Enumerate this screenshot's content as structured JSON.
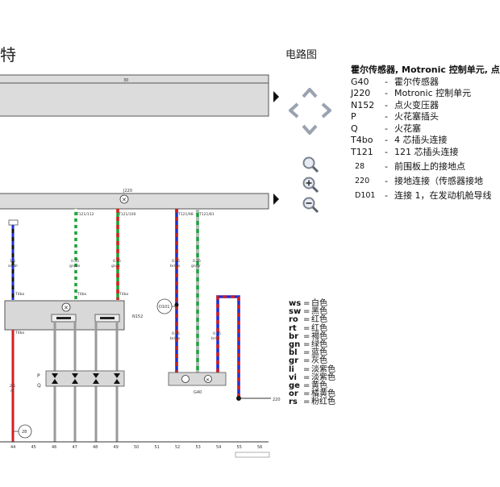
{
  "page_title": "特",
  "nav": {
    "title": "电路图"
  },
  "legend": {
    "heading": "霍尔传感器, Motronic 控制单元, 点",
    "items": [
      {
        "code": "G40",
        "sep": "-",
        "desc": "霍尔传感器"
      },
      {
        "code": "J220",
        "sep": "-",
        "desc": "Motronic 控制单元"
      },
      {
        "code": "N152",
        "sep": "-",
        "desc": "点火变压器"
      },
      {
        "code": "P",
        "sep": "-",
        "desc": "火花塞插头"
      },
      {
        "code": "Q",
        "sep": "-",
        "desc": "火花塞"
      },
      {
        "code": "T4bo",
        "sep": "-",
        "desc": "4 芯插头连接"
      },
      {
        "code": "T121",
        "sep": "-",
        "desc": "121 芯插头连接"
      }
    ],
    "points": [
      {
        "code": "28",
        "sep": "-",
        "desc": "前围板上的接地点"
      },
      {
        "code": "220",
        "sep": "-",
        "desc": "接地连接（传感器接地"
      },
      {
        "code": "D101",
        "sep": "-",
        "desc": "连接 1，在发动机舱导线"
      }
    ]
  },
  "wire_colors": [
    {
      "code": "ws",
      "eq": "=",
      "name": "白色"
    },
    {
      "code": "sw",
      "eq": "=",
      "name": "黑色"
    },
    {
      "code": "ro",
      "eq": "=",
      "name": "红色"
    },
    {
      "code": "rt",
      "eq": "=",
      "name": "红色"
    },
    {
      "code": "br",
      "eq": "=",
      "name": "褐色"
    },
    {
      "code": "gn",
      "eq": "=",
      "name": "绿色"
    },
    {
      "code": "bl",
      "eq": "=",
      "name": "蓝色"
    },
    {
      "code": "gr",
      "eq": "=",
      "name": "灰色"
    },
    {
      "code": "li",
      "eq": "=",
      "name": "淡紫色"
    },
    {
      "code": "vi",
      "eq": "=",
      "name": "淡紫色"
    },
    {
      "code": "ge",
      "eq": "=",
      "name": "黄色"
    },
    {
      "code": "or",
      "eq": "=",
      "name": "橘黄色"
    },
    {
      "code": "rs",
      "eq": "=",
      "name": "粉红色"
    }
  ],
  "diagram": {
    "top_bar_label": "30",
    "unit_bar_label": "J220",
    "n152_label": "N152",
    "g40_label": "G40",
    "p_label": "P",
    "q_label": "Q",
    "d101_label": "D101",
    "ground_label": "28",
    "ground220_label": "220",
    "wire_labels": [
      {
        "id": "w1",
        "text": "1.5"
      },
      {
        "id": "w1b",
        "text": "sw/bl"
      },
      {
        "id": "w2",
        "text": "0.35"
      },
      {
        "id": "w2b",
        "text": "gn/ws"
      },
      {
        "id": "w3",
        "text": "0.35"
      },
      {
        "id": "w3b",
        "text": "gn/rt"
      },
      {
        "id": "w4",
        "text": "0.35"
      },
      {
        "id": "w4b",
        "text": "br/ws"
      },
      {
        "id": "w5",
        "text": "0.35"
      },
      {
        "id": "w5b",
        "text": "gn/gr"
      },
      {
        "id": "w6",
        "text": "0.35"
      },
      {
        "id": "w6b",
        "text": "br/ws"
      },
      {
        "id": "w7",
        "text": "0.35"
      },
      {
        "id": "w7b",
        "text": "br/vi"
      },
      {
        "id": "w8",
        "text": "2.5"
      },
      {
        "id": "w8b",
        "text": "rt"
      }
    ],
    "connector_labels": [
      {
        "id": "c1",
        "text": "T121/112"
      },
      {
        "id": "c2",
        "text": "T121/100"
      },
      {
        "id": "c3",
        "text": "T121/98"
      },
      {
        "id": "c4",
        "text": "T121/81"
      },
      {
        "id": "t4a",
        "text": "T4bo"
      },
      {
        "id": "t4b",
        "text": "T4bo"
      },
      {
        "id": "t4c",
        "text": "T4bo"
      },
      {
        "id": "t4d",
        "text": "T4bo"
      }
    ],
    "bottom_numbers": [
      "44",
      "45",
      "46",
      "47",
      "48",
      "49",
      "50",
      "51",
      "52",
      "53",
      "54",
      "55",
      "56"
    ]
  }
}
